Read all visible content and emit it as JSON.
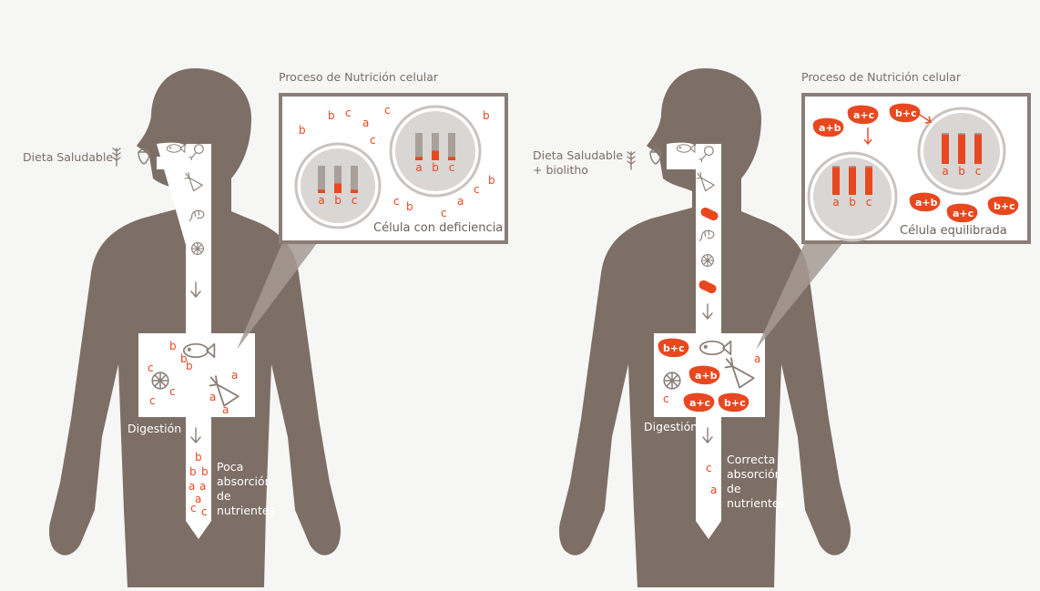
{
  "colors": {
    "body": "#7d6f66",
    "accent": "#e8481f",
    "bar_grey": "#a7a09b",
    "cell": "#d9d6d3",
    "frame": "#8a7e77"
  },
  "left": {
    "title": "Proceso de Nutrición celular",
    "diet_label": "Dieta Saludable",
    "cell_label": "Célula con deficiencia",
    "digestion_label": "Digestión",
    "absorption_lines": [
      "Poca",
      "absorción",
      "de",
      "nutrientes"
    ],
    "bar_letters": [
      "a",
      "b",
      "c"
    ],
    "bar_fill": [
      0.12,
      0.35,
      0.12
    ]
  },
  "right": {
    "title": "Proceso de Nutrición celular",
    "diet_lines": [
      "Dieta Saludable",
      "+ biolitho"
    ],
    "cell_label": "Célula equilibrada",
    "digestion_label": "Digestión",
    "absorption_lines": [
      "Correcta",
      "absorción",
      "de",
      "nutrientes"
    ],
    "bar_letters": [
      "a",
      "b",
      "c"
    ],
    "bar_fill": [
      0.95,
      0.95,
      0.95
    ],
    "pills": [
      "a+b",
      "a+c",
      "b+c"
    ]
  },
  "icons": [
    "wheat-icon",
    "strawberry-icon",
    "fish-icon",
    "chicken-leg-icon",
    "carrot-icon",
    "shrimp-icon",
    "citrus-icon",
    "biolitho-capsule-icon"
  ]
}
